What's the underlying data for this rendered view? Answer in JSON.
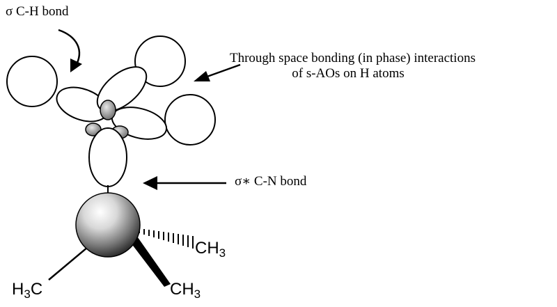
{
  "labels": {
    "sigma_ch": "σ C-H bond",
    "through_space_line1": "Through space bonding (in phase) interactions",
    "through_space_line2": "of s-AOs on H atoms",
    "sigma_star_cn": "σ∗ C-N bond"
  },
  "substituents": {
    "methyl_right_upper": {
      "main": "CH",
      "sub": "3"
    },
    "methyl_right_lower": {
      "main": "CH",
      "sub": "3"
    },
    "methyl_left": {
      "main": "H",
      "sub": "3",
      "tail": "C"
    }
  },
  "colors": {
    "line": "#000000",
    "lobe_fill": "#ffffff",
    "small_lobe_fill": "#a8a8a8",
    "sphere_light": "#ffffff",
    "sphere_dark": "#202020"
  }
}
